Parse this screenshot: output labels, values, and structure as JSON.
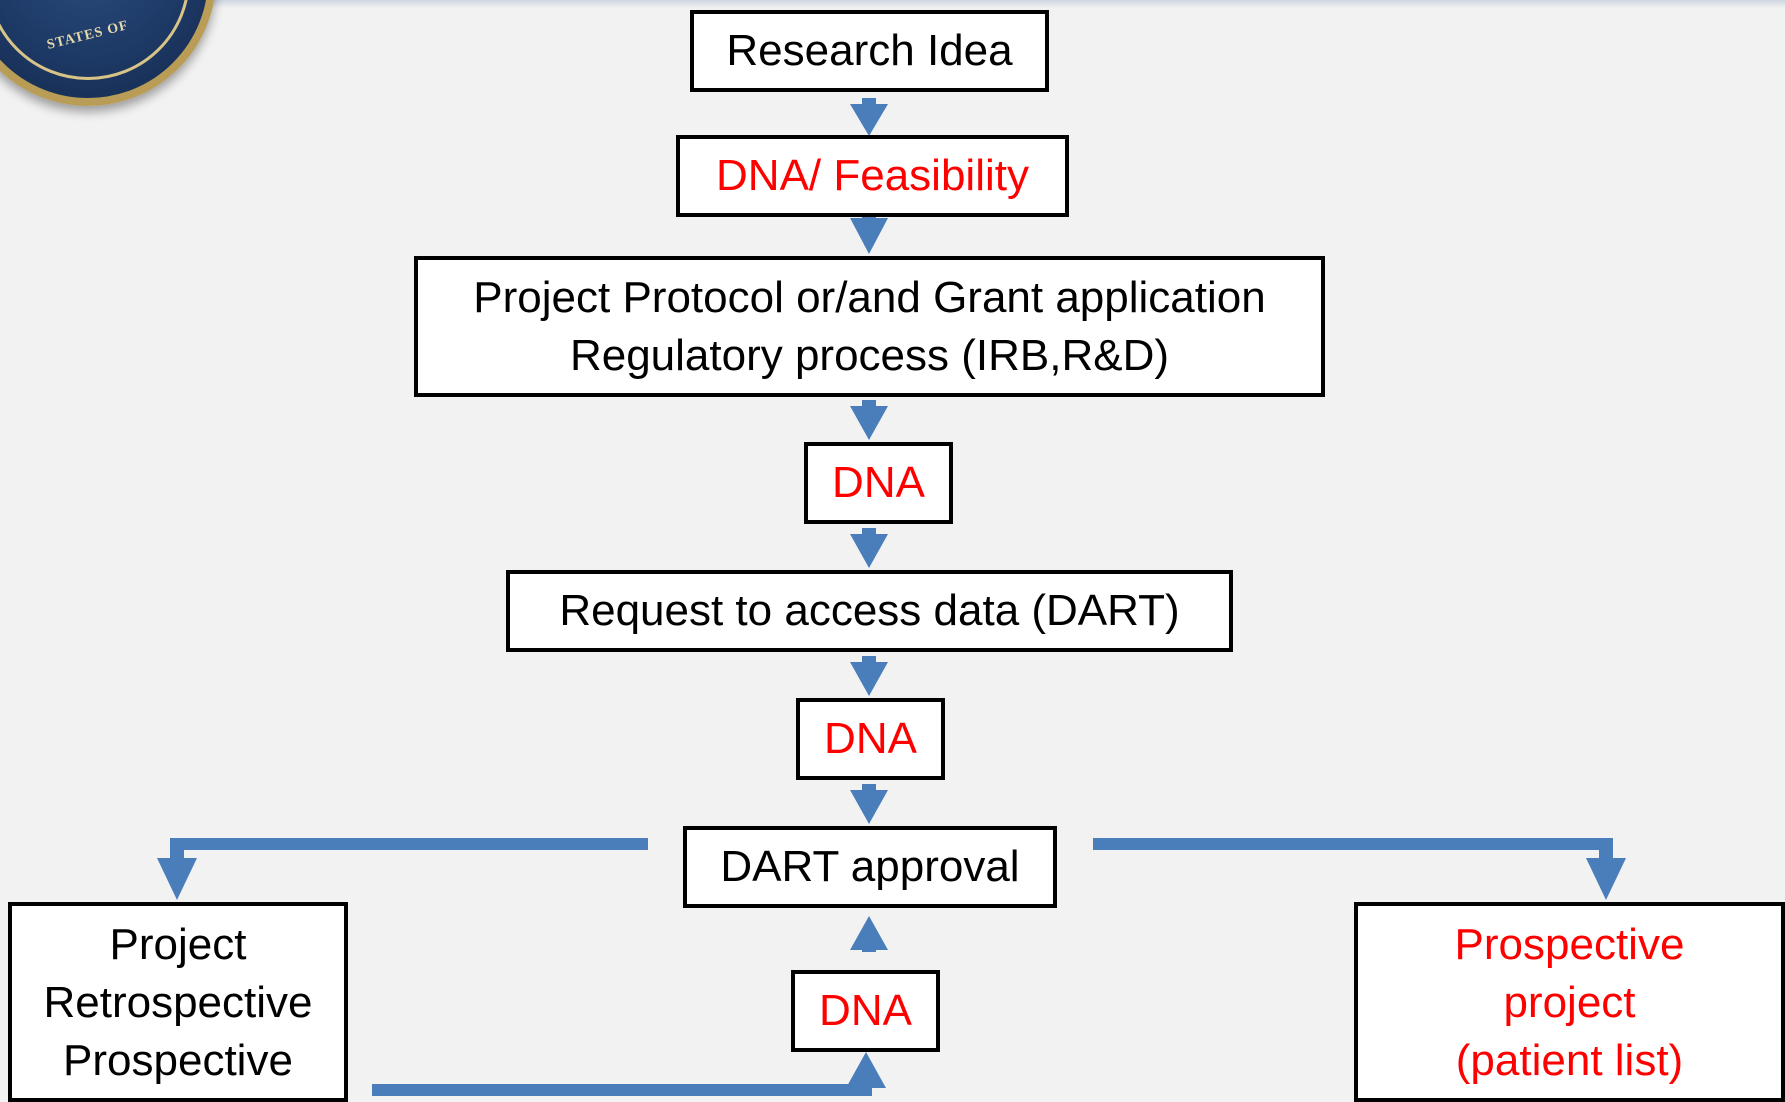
{
  "colors": {
    "arrow": "#4a7ebb",
    "box_border": "#000000",
    "box_fill": "#ffffff",
    "text_black": "#000000",
    "text_red": "#ff0000",
    "background": "#f2f2f2"
  },
  "seal": {
    "text": "STATES OF"
  },
  "nodes": {
    "research_idea": {
      "lines": [
        "Research Idea"
      ]
    },
    "dna_feasibility": {
      "lines": [
        "DNA/ Feasibility"
      ]
    },
    "protocol": {
      "lines": [
        "Project Protocol or/and Grant application",
        "Regulatory process (IRB,R&D)"
      ]
    },
    "dna_1": {
      "lines": [
        "DNA"
      ]
    },
    "request_access": {
      "lines": [
        "Request to access data (DART)"
      ]
    },
    "dna_2": {
      "lines": [
        "DNA"
      ]
    },
    "dart_approval": {
      "lines": [
        "DART approval"
      ]
    },
    "project_retro": {
      "lines": [
        "Project",
        "Retrospective",
        "Prospective"
      ]
    },
    "dna_3": {
      "lines": [
        "DNA"
      ]
    },
    "prospective_project": {
      "lines": [
        "Prospective",
        "project",
        "(patient list)"
      ]
    }
  }
}
